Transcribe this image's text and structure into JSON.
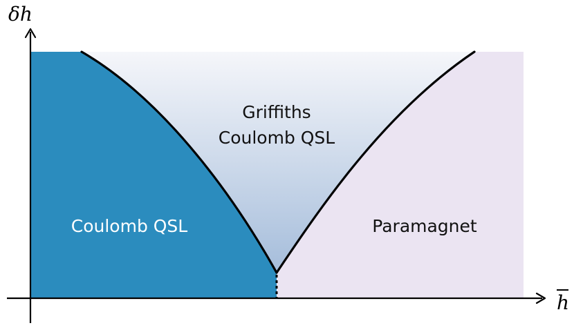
{
  "axes": {
    "x_label": "h",
    "y_label": "δh"
  },
  "regions": {
    "coulomb_qsl": "Coulomb QSL",
    "griffiths_line1": "Griffiths",
    "griffiths_line2": "Coulomb QSL",
    "paramagnet": "Paramagnet"
  },
  "colors": {
    "coulomb_qsl_fill": "#2b8cbe",
    "griffiths_gradient_top": "#f5f6fa",
    "griffiths_gradient_bottom": "#a5bddb",
    "paramagnet_fill": "#ebe4f2",
    "boundary": "#000000",
    "coulomb_label": "#ffffff",
    "dark_label": "#111111"
  }
}
